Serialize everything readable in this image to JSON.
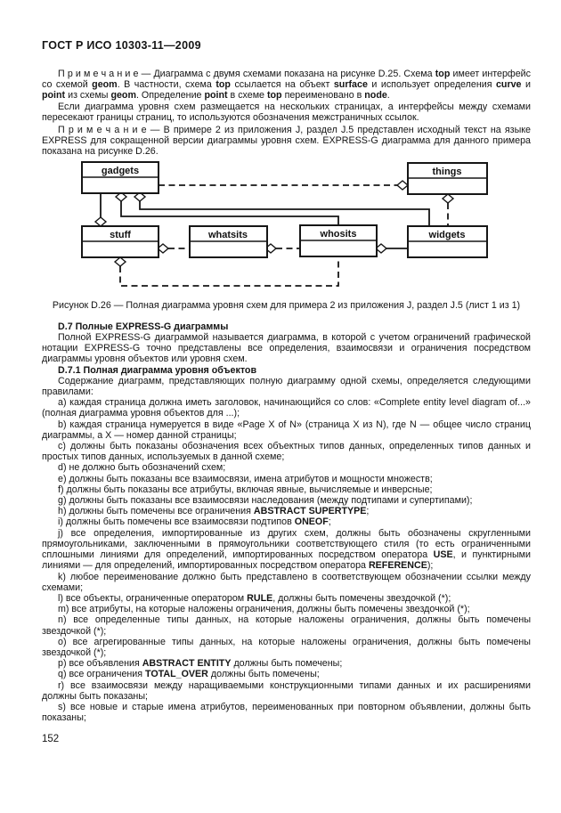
{
  "doc_header": "ГОСТ Р ИСО 10303-11—2009",
  "page_number": "152",
  "intro_blocks": [
    {
      "style": "note",
      "text": "П р и м е ч а н и е — Диаграмма с двумя схемами показана на рисунке D.25. Схема **top** имеет интерфейс со схемой **geom**. В частности, схема **top** ссылается на объект **surface** и использует определения **curve** и **point** из схемы **geom**. Определение **point** в схеме **top** переименовано в **node**."
    },
    {
      "style": "body",
      "text": "Если диаграмма уровня схем размещается на нескольких страницах, а интерфейсы между схемами пересекают границы страниц, то используются обозначения межстраничных ссылок."
    },
    {
      "style": "note",
      "text": "П р и м е ч а н и е — В примере 2 из приложения J, раздел J.5 представлен исходный текст на языке EXPRESS для сокращенной версии диаграммы уровня схем. EXPRESS-G диаграмма для данного примера показана на рисунке D.26."
    }
  ],
  "figure": {
    "caption": "Рисунок D.26 — Полная диаграмма уровня схем для примера 2 из приложения J, раздел J.5 (лист 1 из 1)",
    "boxes": [
      {
        "id": "gadgets",
        "label": "gadgets"
      },
      {
        "id": "things",
        "label": "things"
      },
      {
        "id": "stuff",
        "label": "stuff"
      },
      {
        "id": "whatsits",
        "label": "whatsits"
      },
      {
        "id": "whosits",
        "label": "whosits"
      },
      {
        "id": "widgets",
        "label": "widgets"
      }
    ],
    "connectors": [
      {
        "from": "gadgets",
        "to": "things",
        "style": "dashed",
        "marker_at": "things"
      },
      {
        "from": "gadgets",
        "to": "stuff",
        "style": "solid",
        "marker_at": "stuff"
      },
      {
        "from": "gadgets",
        "to": "whosits",
        "style": "solid",
        "marker_at": "gadgets"
      },
      {
        "from": "gadgets",
        "to": "widgets",
        "style": "solid",
        "marker_at": "gadgets"
      },
      {
        "from": "things",
        "to": "widgets",
        "style": "dashed",
        "marker_at": "things"
      },
      {
        "from": "stuff",
        "to": "whatsits",
        "style": "dashed",
        "marker_at": "stuff"
      },
      {
        "from": "whatsits",
        "to": "whosits",
        "style": "dashed",
        "marker_at": "whatsits"
      },
      {
        "from": "whosits",
        "to": "widgets",
        "style": "solid",
        "marker_at": "whosits"
      },
      {
        "from": "stuff",
        "to": "whosits",
        "style": "dashed",
        "marker_at": "stuff"
      }
    ]
  },
  "sections": [
    {
      "style": "heading",
      "text": "D.7 Полные EXPRESS-G диаграммы"
    },
    {
      "style": "body",
      "text": "Полной EXPRESS-G диаграммой называется диаграмма, в которой с учетом ограничений графической нотации EXPRESS-G точно представлены все определения, взаимосвязи и ограничения посредством диаграммы уровня объектов или уровня схем."
    },
    {
      "style": "heading",
      "text": "D.7.1 Полная диаграмма уровня объектов"
    },
    {
      "style": "body",
      "text": "Содержание диаграмм, представляющих полную диаграмму одной схемы, определяется следующими правилами:"
    },
    {
      "style": "item",
      "text": "a) каждая страница должна иметь заголовок, начинающийся со слов: «Complete entity level diagram of...» (полная диаграмма уровня объектов для ...);"
    },
    {
      "style": "item",
      "text": "b) каждая страница нумеруется в виде «Page X of N» (страница X из N), где N — общее число страниц диаграммы, а X — номер данной страницы;"
    },
    {
      "style": "item",
      "text": "c) должны быть показаны обозначения всех объектных типов данных, определенных типов данных и простых типов данных, используемых в данной схеме;"
    },
    {
      "style": "item",
      "text": "d) не должно быть обозначений схем;"
    },
    {
      "style": "item",
      "text": "e) должны быть показаны все взаимосвязи, имена атрибутов и мощности множеств;"
    },
    {
      "style": "item",
      "text": "f) должны быть показаны все атрибуты, включая явные, вычисляемые и инверсные;"
    },
    {
      "style": "item",
      "text": "g) должны быть показаны все взаимосвязи наследования (между подтипами и супертипами);"
    },
    {
      "style": "item",
      "text": "h) должны быть помечены все ограничения **ABSTRACT SUPERTYPE**;"
    },
    {
      "style": "item",
      "text": "i) должны быть помечены все взаимосвязи подтипов **ONEOF**;"
    },
    {
      "style": "item",
      "text": "j) все определения, импортированные из других схем, должны быть обозначены скругленными прямоугольниками, заключенными в прямоугольники соответствующего стиля (то есть ограниченными сплошными линиями для определений, импортированных посредством оператора **USE**, и пунктирными линиями — для определений, импортированных посредством оператора **REFERENCE**);"
    },
    {
      "style": "item",
      "text": "k) любое переименование должно быть представлено в соответствующем обозначении ссылки между схемами;"
    },
    {
      "style": "item",
      "text": "l) все объекты, ограниченные оператором **RULE**, должны быть помечены звездочкой (*);"
    },
    {
      "style": "item",
      "text": "m) все атрибуты, на которые наложены ограничения, должны быть помечены звездочкой (*);"
    },
    {
      "style": "item",
      "text": "n) все определенные типы данных, на которые наложены ограничения, должны быть помечены звездочкой (*);"
    },
    {
      "style": "item",
      "text": "o) все агрегированные типы данных, на которые наложены ограничения, должны быть помечены звездочкой (*);"
    },
    {
      "style": "item",
      "text": "p) все объявления **ABSTRACT ENTITY** должны быть помечены;"
    },
    {
      "style": "item",
      "text": "q) все ограничения **TOTAL_OVER** должны быть помечены;"
    },
    {
      "style": "item",
      "text": "r) все взаимосвязи между наращиваемыми конструкционными типами данных и их расширениями должны быть показаны;"
    },
    {
      "style": "item",
      "text": "s) все новые и старые имена атрибутов, переименованных при повторном объявлении, должны быть показаны;"
    }
  ]
}
